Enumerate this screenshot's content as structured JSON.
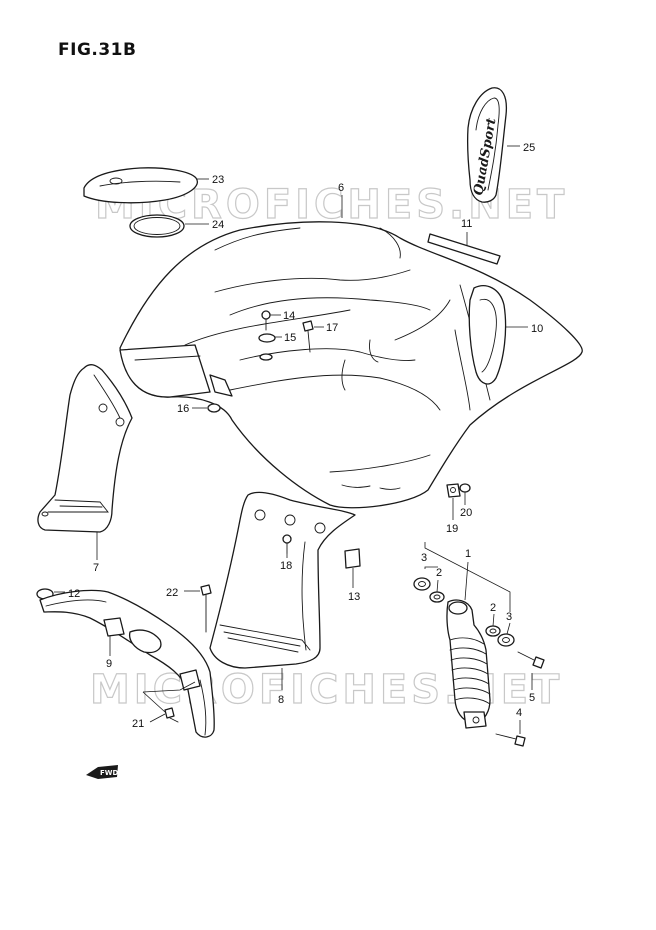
{
  "figure": {
    "title": "FIG.31B",
    "watermark": "MICROFICHES.NET",
    "forward_label": "FWD",
    "emblem_text": "QuadSport"
  },
  "callouts": {
    "c1": "1",
    "c2a": "2",
    "c2b": "2",
    "c3a": "3",
    "c3b": "3",
    "c4": "4",
    "c5": "5",
    "c6": "6",
    "c7": "7",
    "c8": "8",
    "c9": "9",
    "c10": "10",
    "c11": "11",
    "c12": "12",
    "c13": "13",
    "c14": "14",
    "c15": "15",
    "c16": "16",
    "c17": "17",
    "c18": "18",
    "c19": "19",
    "c20": "20",
    "c21": "21",
    "c22": "22",
    "c23": "23",
    "c24": "24",
    "c25": "25"
  },
  "colors": {
    "line": "#1a1a1a",
    "watermark": "#c8c8c8",
    "background": "#ffffff"
  }
}
